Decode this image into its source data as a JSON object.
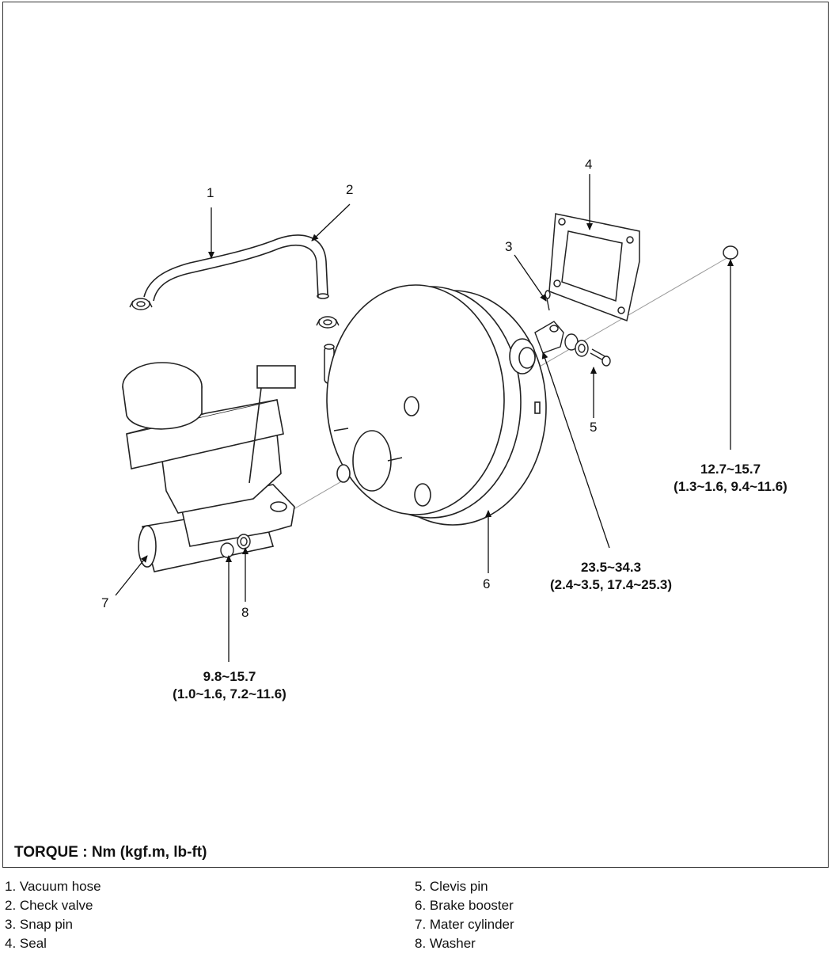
{
  "callouts": [
    {
      "id": "1",
      "label": "1"
    },
    {
      "id": "2",
      "label": "2"
    },
    {
      "id": "3",
      "label": "3"
    },
    {
      "id": "4",
      "label": "4"
    },
    {
      "id": "5",
      "label": "5"
    },
    {
      "id": "6",
      "label": "6"
    },
    {
      "id": "7",
      "label": "7"
    },
    {
      "id": "8",
      "label": "8"
    }
  ],
  "torque_values": {
    "mount_nut": {
      "line1": "12.7~15.7",
      "line2": "(1.3~1.6, 9.4~11.6)"
    },
    "clevis": {
      "line1": "23.5~34.3",
      "line2": "(2.4~3.5, 17.4~25.3)"
    },
    "master_cylinder_nut": {
      "line1": "9.8~15.7",
      "line2": "(1.0~1.6, 7.2~11.6)"
    }
  },
  "torque_unit": "TORQUE : Nm (kgf.m, lb-ft)",
  "legend": {
    "left": [
      "1. Vacuum hose",
      "2. Check valve",
      "3. Snap pin",
      "4. Seal"
    ],
    "right": [
      "5. Clevis pin",
      "6. Brake booster",
      "7. Mater cylinder",
      "8. Washer"
    ]
  }
}
